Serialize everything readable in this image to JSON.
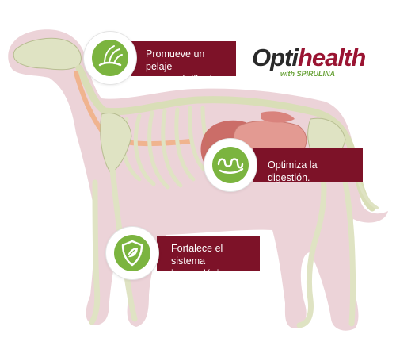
{
  "brand": {
    "name_part1": "Opti",
    "name_part2": "health",
    "tagline": "with SPIRULINA",
    "colors": {
      "dark": "#2a2a2a",
      "accent": "#9a1432",
      "green": "#6aa33a"
    }
  },
  "callouts": [
    {
      "id": "coat",
      "icon": "hair-follicle-icon",
      "line1": "Promueve un pelaje",
      "line2": "suave y brillante."
    },
    {
      "id": "digestion",
      "icon": "intestine-icon",
      "line1": "Optimiza la digestión.",
      "line2": ""
    },
    {
      "id": "immune",
      "icon": "shield-leaf-icon",
      "line1": "Fortalece el sistema",
      "line2": "inmunológico."
    }
  ],
  "colors": {
    "label_bg": "#7d1228",
    "icon_green": "#7bb43f",
    "silhouette": "#ecd3d8",
    "bone": "#dfe3c3",
    "organ": "#e08c8a"
  }
}
